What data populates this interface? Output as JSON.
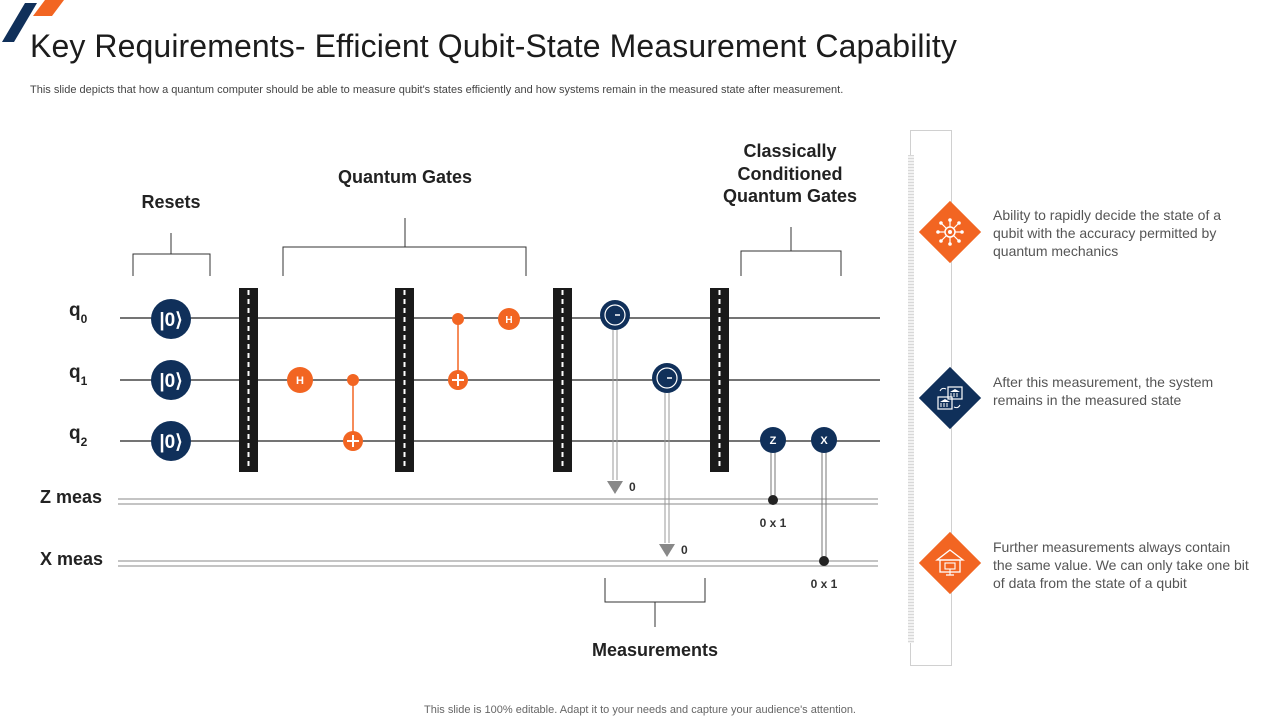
{
  "title": "Key Requirements- Efficient Qubit-State Measurement Capability",
  "subtitle": "This slide depicts that how a quantum computer should be able to measure qubit's states efficiently and how systems remain in the measured state after measurement.",
  "footer": "This slide is 100% editable. Adapt it to your needs and capture your audience's attention.",
  "colors": {
    "accent": "#f26522",
    "navy": "#10305a",
    "wire": "#222222",
    "classical": "#999999"
  },
  "circuit": {
    "groups": {
      "resets": "Resets",
      "quantum_gates": "Quantum Gates",
      "classical_line1": "Classically",
      "classical_line2": "Conditioned",
      "classical_line3": "Quantum Gates",
      "measurements": "Measurements"
    },
    "qubits": [
      {
        "name": "q",
        "sub": "0"
      },
      {
        "name": "q",
        "sub": "1"
      },
      {
        "name": "q",
        "sub": "2"
      }
    ],
    "classical": [
      "Z meas",
      "X meas"
    ],
    "reset_symbol": "|0⟩",
    "gate_h": "H",
    "gate_z": "Z",
    "gate_x": "X",
    "meas_result1": "0",
    "meas_result2": "0",
    "cond_z": "0 x 1",
    "cond_x": "0 x 1"
  },
  "features": [
    {
      "icon": "network-icon",
      "text": "Ability to rapidly decide the state of a qubit with the accuracy permitted by quantum mechanics"
    },
    {
      "icon": "institution-icon",
      "text": "After this measurement, the system remains in the measured state"
    },
    {
      "icon": "home-monitor-icon",
      "text": "Further measurements always contain the same value. We can only take one bit of data from the state of a qubit"
    }
  ]
}
